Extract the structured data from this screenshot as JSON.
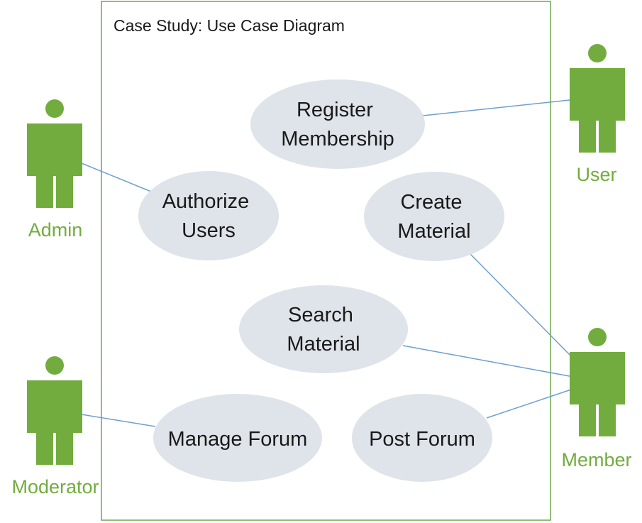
{
  "diagram": {
    "title": "Case Study: Use Case Diagram",
    "colors": {
      "actor": "#72ac3e",
      "label": "#72ac3e",
      "usecase_fill": "#dfe4ea",
      "association": "#6e9fd1",
      "boundary": "#6aa84f"
    },
    "actors": [
      {
        "id": "admin",
        "label": "Admin",
        "icon": "person-icon"
      },
      {
        "id": "moderator",
        "label": "Moderator",
        "icon": "person-icon"
      },
      {
        "id": "user",
        "label": "User",
        "icon": "person-icon"
      },
      {
        "id": "member",
        "label": "Member",
        "icon": "person-icon"
      }
    ],
    "use_cases": [
      {
        "id": "register-membership",
        "lines": [
          "Register",
          "Membership"
        ]
      },
      {
        "id": "authorize-users",
        "lines": [
          "Authorize",
          "Users"
        ]
      },
      {
        "id": "create-material",
        "lines": [
          "Create",
          "Material"
        ]
      },
      {
        "id": "search-material",
        "lines": [
          "Search",
          "Material"
        ]
      },
      {
        "id": "manage-forum",
        "lines": [
          "Manage Forum"
        ]
      },
      {
        "id": "post-forum",
        "lines": [
          "Post Forum"
        ]
      }
    ],
    "associations": [
      {
        "actor": "user",
        "use_case": "register-membership"
      },
      {
        "actor": "admin",
        "use_case": "authorize-users"
      },
      {
        "actor": "member",
        "use_case": "create-material"
      },
      {
        "actor": "member",
        "use_case": "search-material"
      },
      {
        "actor": "member",
        "use_case": "post-forum"
      },
      {
        "actor": "moderator",
        "use_case": "manage-forum"
      }
    ]
  }
}
